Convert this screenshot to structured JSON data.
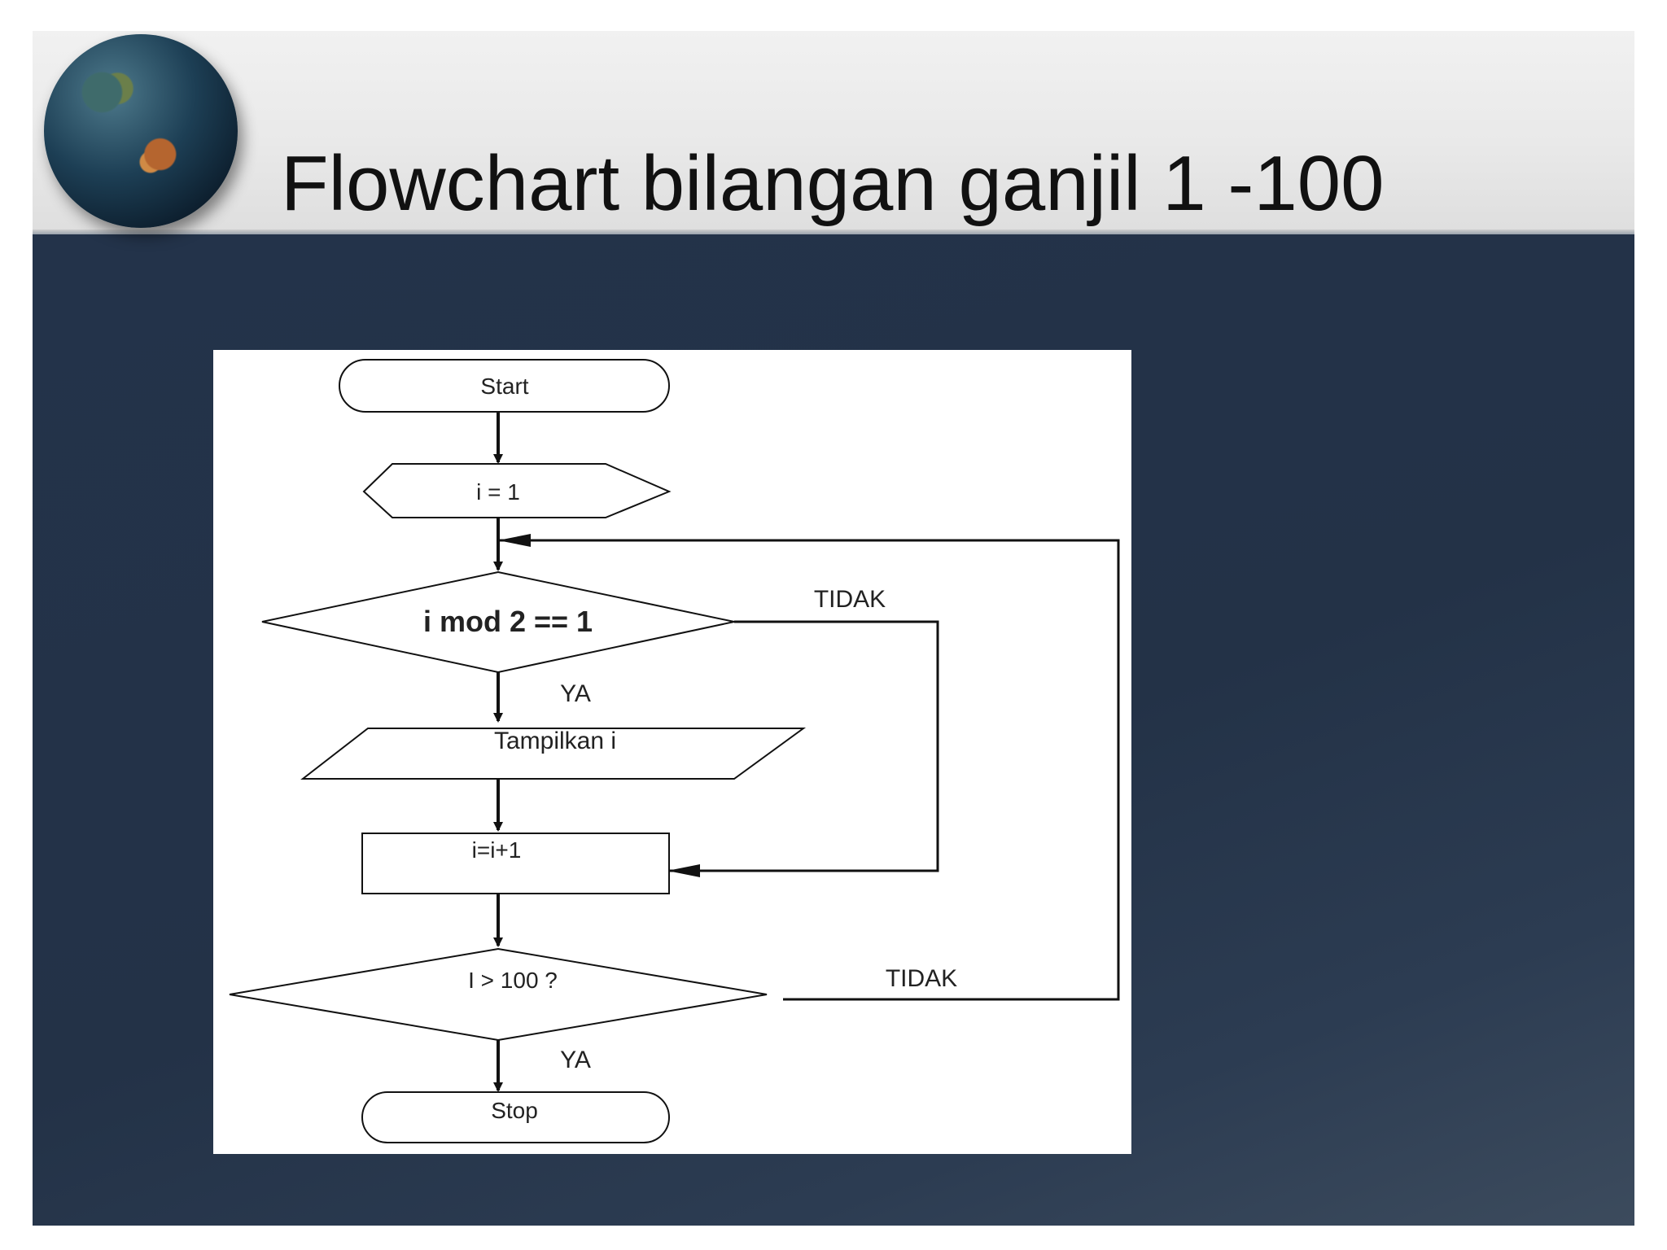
{
  "slide": {
    "title": "Flowchart bilangan ganjil 1 -100"
  },
  "flowchart": {
    "start": "Start",
    "init": "i = 1",
    "decision_mod": "i mod 2 == 1",
    "label_no_1": "TIDAK",
    "label_yes_1": "YA",
    "output": "Tampilkan i",
    "increment": "i=i+1",
    "decision_limit": "I > 100 ?",
    "label_no_2": "TIDAK",
    "label_yes_2": "YA",
    "stop": "Stop"
  },
  "colors": {
    "header_background": "#ececec",
    "body_background": "#23334a",
    "diagram_background": "#ffffff",
    "line_color": "#111111"
  }
}
